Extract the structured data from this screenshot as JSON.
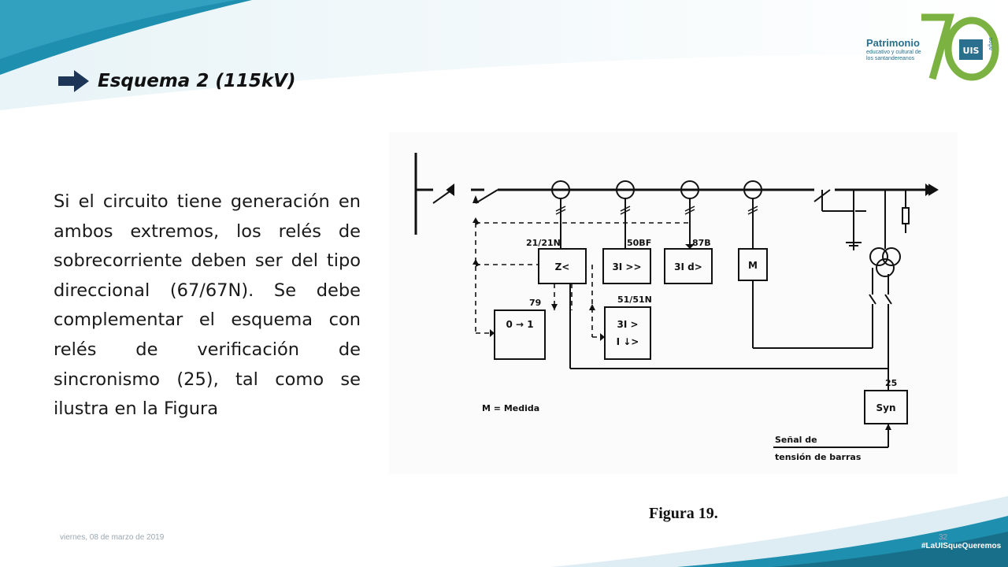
{
  "slide": {
    "title": "Esquema 2 (115kV)",
    "body": "Si el circuito tiene generación en ambos extremos, los relés de sobrecorriente deben ser del tipo direccional (67/67N). Se debe complementar el esquema con relés de verificación de sincronismo (25), tal como se ilustra en la Figura",
    "caption": "Figura 19.",
    "date": "viernes, 08 de marzo de 2019",
    "page": "32",
    "hashtag": "#LaUISqueQueremos"
  },
  "logo": {
    "line1": "Patrimonio",
    "line2": "educativo y cultural de los santandereanos",
    "number": "70",
    "mark": "UIS",
    "suffix": "años"
  },
  "diagram": {
    "labels": {
      "z": "Z<",
      "r50bf_box": "3I >>",
      "r87b_box": "3I d>",
      "m_box": "M",
      "r79_box_top": "0 → 1",
      "r51_box_top": "3I >",
      "r51_box_bottom": "I ↓>",
      "syn_box": "Syn",
      "tag_21": "21/21N",
      "tag_50bf": "50BF",
      "tag_87b": "87B",
      "tag_79": "79",
      "tag_51": "51/51N",
      "tag_25": "25",
      "legend": "M  =  Medida",
      "signal_line1": "Señal de",
      "signal_line2": "tensión de barras"
    }
  },
  "colors": {
    "accent_teal": "#1f8fb0",
    "logo_green": "#7bb241",
    "logo_blue": "#2a6f8e",
    "arrow": "#1d3557"
  }
}
